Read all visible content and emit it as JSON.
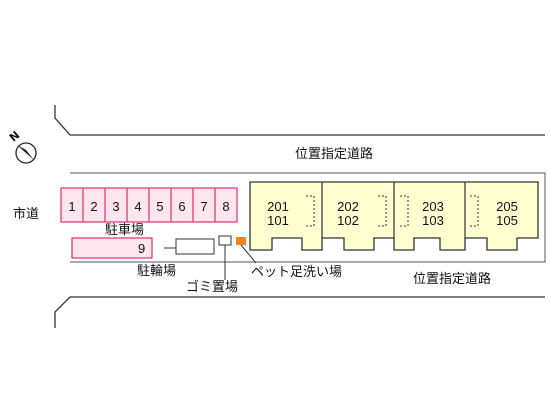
{
  "map": {
    "city_road": "市道",
    "designated_road_top": "位置指定道路",
    "designated_road_bottom": "位置指定道路",
    "parking_label": "駐車場",
    "parking_slots": [
      "1",
      "2",
      "3",
      "4",
      "5",
      "6",
      "7",
      "8"
    ],
    "parking_slot_extra": "9",
    "bicycle_parking": "駐輪場",
    "garbage_area": "ゴミ置場",
    "pet_foot_wash": "ペット足洗い場",
    "north_label": "N",
    "units": [
      {
        "upper": "201",
        "lower": "101"
      },
      {
        "upper": "202",
        "lower": "102"
      },
      {
        "upper": "203",
        "lower": "103"
      },
      {
        "upper": "205",
        "lower": "105"
      }
    ],
    "colors": {
      "parking_fill": "#ffe6ee",
      "parking_stroke": "#e0306a",
      "building_fill": "#ffffd0",
      "pet_area": "#f58220"
    }
  }
}
